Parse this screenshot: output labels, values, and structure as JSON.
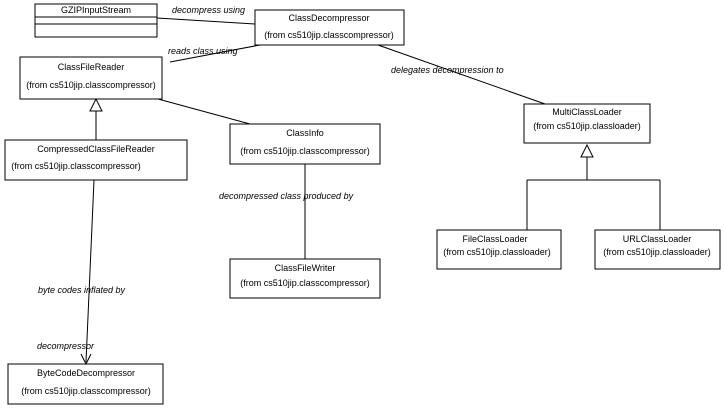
{
  "classes": {
    "gzip": {
      "name": "GZIPInputStream"
    },
    "decompressor": {
      "name": "ClassDecompressor",
      "pkg": "(from cs510jip.classcompressor)"
    },
    "filereader": {
      "name": "ClassFileReader",
      "pkg": "(from cs510jip.classcompressor)"
    },
    "compressedreader": {
      "name": "CompressedClassFileReader",
      "pkg": "(from cs510jip.classcompressor)"
    },
    "classinfo": {
      "name": "ClassInfo",
      "pkg": "(from cs510jip.classcompressor)"
    },
    "filewriter": {
      "name": "ClassFileWriter",
      "pkg": "(from cs510jip.classcompressor)"
    },
    "bytecode": {
      "name": "ByteCodeDecompressor",
      "pkg": "(from cs510jip.classcompressor)"
    },
    "multiloader": {
      "name": "MultiClassLoader",
      "pkg": "(from cs510jip.classloader)"
    },
    "fileloader": {
      "name": "FileClassLoader",
      "pkg": "(from cs510jip.classloader)"
    },
    "urlloader": {
      "name": "URLClassLoader",
      "pkg": "(from cs510jip.classloader)"
    }
  },
  "associations": {
    "decompress_using": "decompress using",
    "reads_class_using": "reads class using",
    "delegates_decompression_to": "delegates decompression to",
    "decompressed_class_produced_by": "decompressed class produced by",
    "byte_codes_inflated_by": "byte codes inflated by",
    "role_decompressor": "decompressor"
  }
}
